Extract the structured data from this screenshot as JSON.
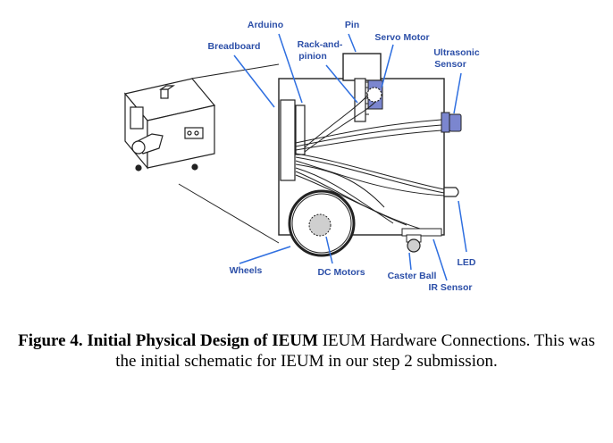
{
  "labels": {
    "arduino": "Arduino",
    "pin": "Pin",
    "breadboard": "Breadboard",
    "rack_line1": "Rack-and-",
    "rack_line2": "pinion",
    "servo": "Servo Motor",
    "ultra_line1": "Ultrasonic",
    "ultra_line2": "Sensor",
    "led": "LED",
    "wheels": "Wheels",
    "dc_motors": "DC Motors",
    "caster": "Caster Ball",
    "ir": "IR Sensor"
  },
  "caption": {
    "bold": "Figure 4. Initial Physical Design of IEUM",
    "rest": " IEUM Hardware Connections. This was the initial schematic for IEUM in our step 2 submission."
  },
  "colors": {
    "label": "#2c4fa8",
    "leader": "#2f6fe0",
    "device_fill": "#7b86cf",
    "line": "#222222"
  }
}
